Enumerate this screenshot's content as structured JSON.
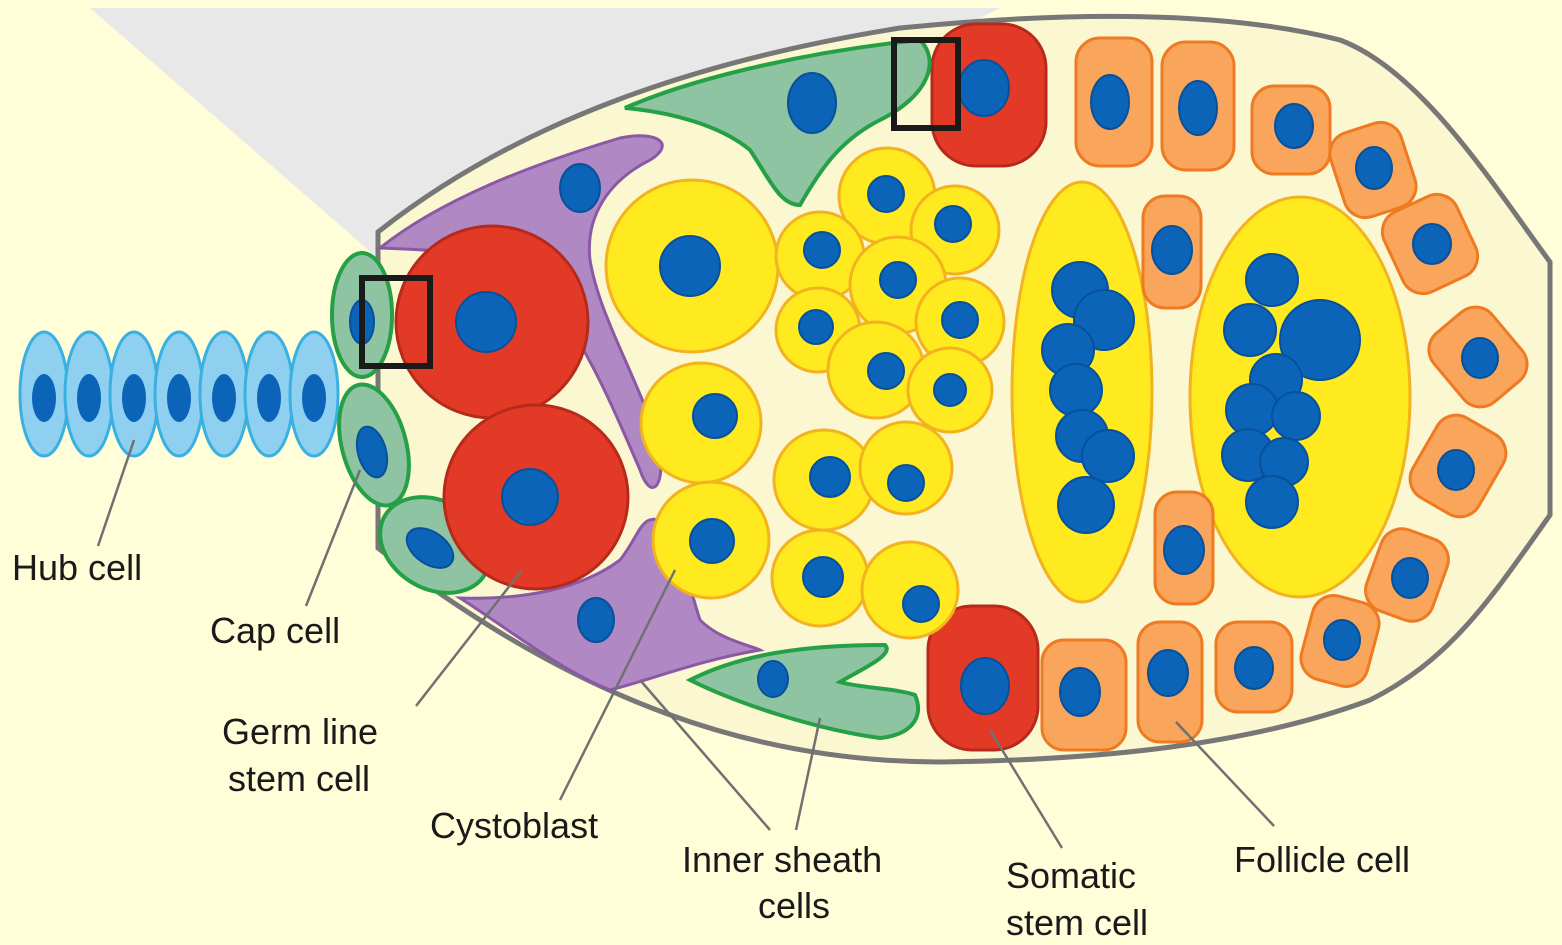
{
  "diagram": {
    "colors": {
      "background": "#fffed8",
      "tissue": "#fbf7d0",
      "outline": "#777777",
      "hub_cell": "#8fd0f0",
      "cap_cell": "#8fc4a3",
      "germ_line_stem_cell": "#e23a26",
      "cystoblast": "#ffea1f",
      "follicle_cell": "#f9a55c",
      "inner_sheath_cell": "#8fc4a3",
      "escort_cell": "#b089c4",
      "nucleus": "#0b64b8"
    },
    "labels": {
      "hub_cell": "Hub cell",
      "cap_cell": "Cap cell",
      "germ_line_line1": "Germ line",
      "germ_line_line2": "stem cell",
      "cystoblast": "Cystoblast",
      "inner_sheath_line1": "Inner sheath",
      "inner_sheath_line2": "cells",
      "somatic_line1": "Somatic",
      "somatic_line2": "stem cell",
      "follicle_cell": "Follicle cell"
    }
  }
}
